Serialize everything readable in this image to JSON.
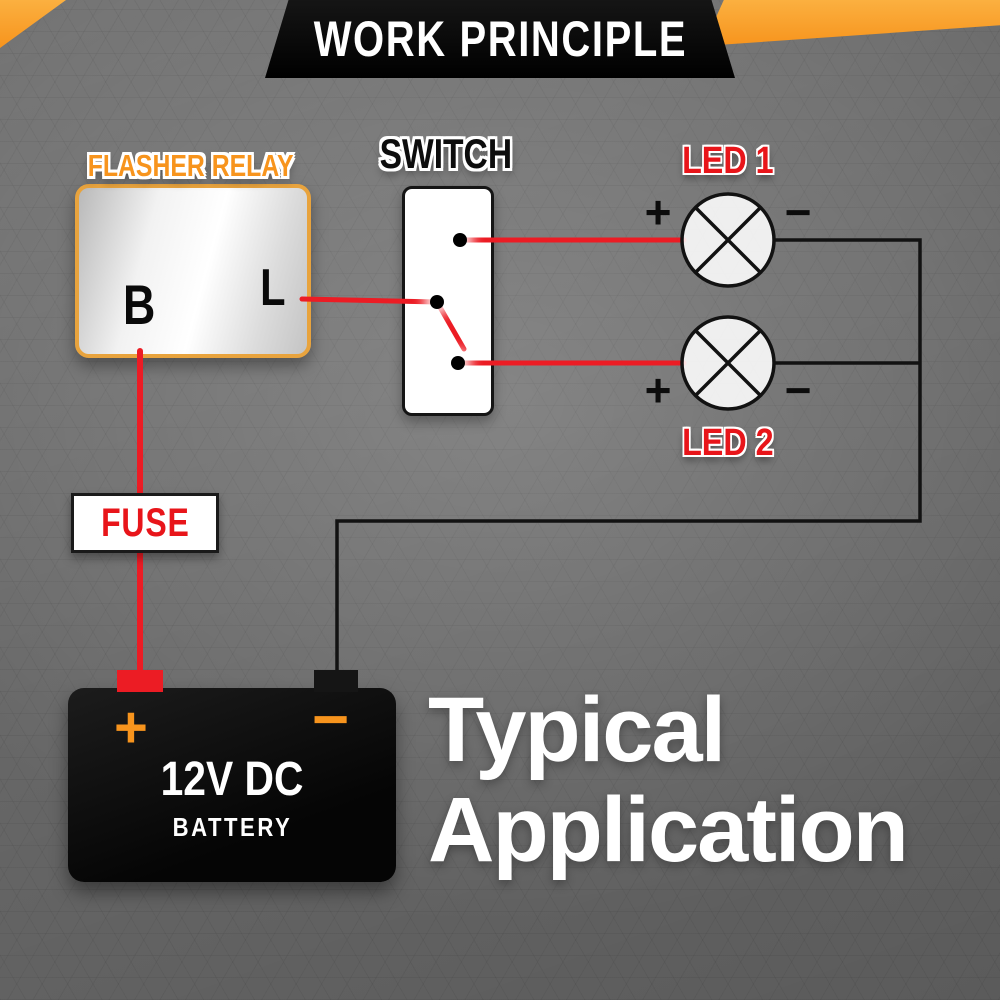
{
  "banner": {
    "title": "WORK PRINCIPLE"
  },
  "relay": {
    "label": "FLASHER RELAY",
    "terminal_b": "B",
    "terminal_l": "L"
  },
  "switch": {
    "label": "SWITCH"
  },
  "leds": {
    "led1": {
      "label": "LED 1",
      "plus": "+",
      "minus": "−"
    },
    "led2": {
      "label": "LED 2",
      "plus": "+",
      "minus": "−"
    }
  },
  "fuse": {
    "label": "FUSE"
  },
  "battery": {
    "plus": "+",
    "minus": "−",
    "voltage": "12V DC",
    "name": "BATTERY"
  },
  "caption": {
    "line1": "Typical",
    "line2": "Application"
  },
  "colors": {
    "accent_orange": "#F7941D",
    "wire_red": "#EC1C24",
    "wire_black": "#121212",
    "led_label_red": "#E8151A"
  }
}
